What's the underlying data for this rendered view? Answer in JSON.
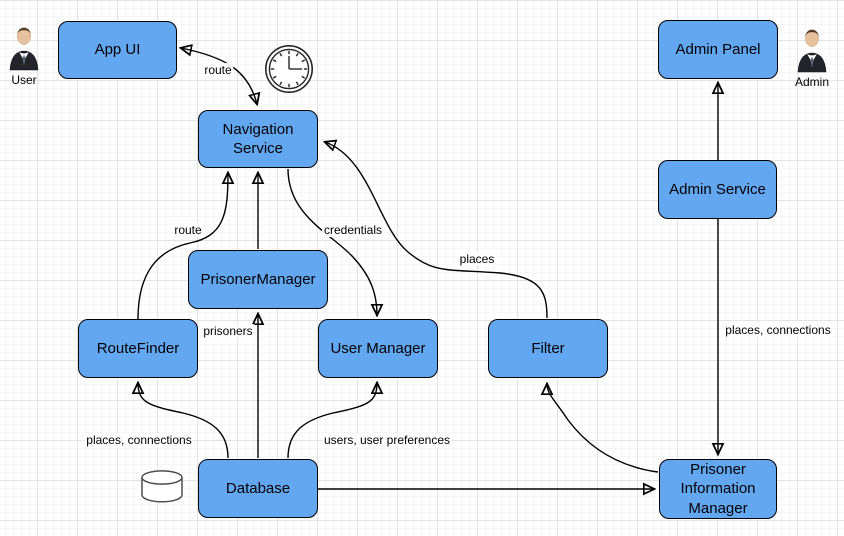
{
  "diagram": {
    "colors": {
      "node_fill": "#63a7f1",
      "node_border": "#000000",
      "edge": "#000000",
      "label_text": "#000000",
      "grid_major": "#e3e3e3",
      "grid_minor": "#f6f6f6"
    },
    "nodes": [
      {
        "id": "app-ui",
        "label": "App UI"
      },
      {
        "id": "navigation-service",
        "label": "Navigation Service"
      },
      {
        "id": "admin-panel",
        "label": "Admin Panel"
      },
      {
        "id": "admin-service",
        "label": "Admin Service"
      },
      {
        "id": "prisoner-manager",
        "label": "PrisonerManager"
      },
      {
        "id": "route-finder",
        "label": "RouteFinder"
      },
      {
        "id": "user-manager",
        "label": "User Manager"
      },
      {
        "id": "filter",
        "label": "Filter"
      },
      {
        "id": "database",
        "label": "Database"
      },
      {
        "id": "prisoner-information-manager",
        "label": "Prisoner Information Manager"
      }
    ],
    "actors": [
      {
        "id": "user",
        "label": "User",
        "icon": "person-icon"
      },
      {
        "id": "admin",
        "label": "Admin",
        "icon": "person-icon"
      }
    ],
    "icons": [
      {
        "id": "clock-icon"
      },
      {
        "id": "database-cylinder-icon"
      }
    ],
    "edge_labels": [
      {
        "text": "route",
        "edge": "navigation-service and app-ui"
      },
      {
        "text": "route",
        "edge": "route-finder to navigation-service"
      },
      {
        "text": "credentials",
        "edge": "navigation-service to user-manager"
      },
      {
        "text": "places",
        "edge": "filter to navigation-service"
      },
      {
        "text": "prisoners",
        "edge": "database to prisoner-manager"
      },
      {
        "text": "places, connections",
        "edge": "database to route-finder"
      },
      {
        "text": "users, user preferences",
        "edge": "database to user-manager"
      },
      {
        "text": "places, connections",
        "edge": "admin-panel and prisoner-information-manager"
      }
    ]
  }
}
